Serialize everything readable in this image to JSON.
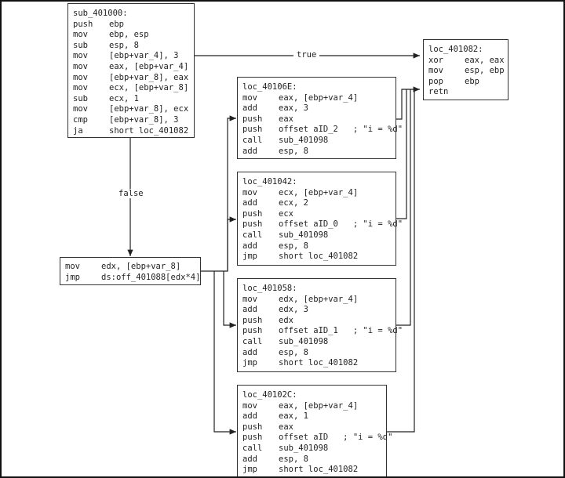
{
  "edge_labels": {
    "true": "true",
    "false": "false"
  },
  "blocks": [
    {
      "id": "sub_401000",
      "label": "sub_401000:",
      "lines": [
        {
          "op": "push",
          "args": "ebp"
        },
        {
          "op": "mov",
          "args": "ebp, esp"
        },
        {
          "op": "sub",
          "args": "esp, 8"
        },
        {
          "op": "mov",
          "args": "[ebp+var_4], 3"
        },
        {
          "op": "mov",
          "args": "eax, [ebp+var_4]"
        },
        {
          "op": "mov",
          "args": "[ebp+var_8], eax"
        },
        {
          "op": "mov",
          "args": "ecx, [ebp+var_8]"
        },
        {
          "op": "sub",
          "args": "ecx, 1"
        },
        {
          "op": "mov",
          "args": "[ebp+var_8], ecx"
        },
        {
          "op": "cmp",
          "args": "[ebp+var_8], 3"
        },
        {
          "op": "ja",
          "args": "short loc_401082"
        }
      ]
    },
    {
      "id": "loc_401082",
      "label": "loc_401082:",
      "lines": [
        {
          "op": "xor",
          "args": "eax, eax"
        },
        {
          "op": "mov",
          "args": "esp, ebp"
        },
        {
          "op": "pop",
          "args": "ebp"
        },
        {
          "op": "retn",
          "args": ""
        }
      ]
    },
    {
      "id": "switch",
      "label": "",
      "lines": [
        {
          "op": "mov",
          "args": "edx, [ebp+var_8]"
        },
        {
          "op": "jmp",
          "args": "ds:off_401088[edx*4]"
        }
      ]
    },
    {
      "id": "loc_40106E",
      "label": "loc_40106E:",
      "lines": [
        {
          "op": "mov",
          "args": "eax, [ebp+var_4]"
        },
        {
          "op": "add",
          "args": "eax, 3"
        },
        {
          "op": "push",
          "args": "eax"
        },
        {
          "op": "push",
          "args": "offset aID_2   ; \"i = %d\""
        },
        {
          "op": "call",
          "args": "sub_401098"
        },
        {
          "op": "add",
          "args": "esp, 8"
        }
      ]
    },
    {
      "id": "loc_401042",
      "label": "loc_401042:",
      "lines": [
        {
          "op": "mov",
          "args": "ecx, [ebp+var_4]"
        },
        {
          "op": "add",
          "args": "ecx, 2"
        },
        {
          "op": "push",
          "args": "ecx"
        },
        {
          "op": "push",
          "args": "offset aID_0   ; \"i = %d\""
        },
        {
          "op": "call",
          "args": "sub_401098"
        },
        {
          "op": "add",
          "args": "esp, 8"
        },
        {
          "op": "jmp",
          "args": "short loc_401082"
        }
      ]
    },
    {
      "id": "loc_401058",
      "label": "loc_401058:",
      "lines": [
        {
          "op": "mov",
          "args": "edx, [ebp+var_4]"
        },
        {
          "op": "add",
          "args": "edx, 3"
        },
        {
          "op": "push",
          "args": "edx"
        },
        {
          "op": "push",
          "args": "offset aID_1   ; \"i = %d\""
        },
        {
          "op": "call",
          "args": "sub_401098"
        },
        {
          "op": "add",
          "args": "esp, 8"
        },
        {
          "op": "jmp",
          "args": "short loc_401082"
        }
      ]
    },
    {
      "id": "loc_40102C",
      "label": "loc_40102C:",
      "lines": [
        {
          "op": "mov",
          "args": "eax, [ebp+var_4]"
        },
        {
          "op": "add",
          "args": "eax, 1"
        },
        {
          "op": "push",
          "args": "eax"
        },
        {
          "op": "push",
          "args": "offset aID   ; \"i = %d\""
        },
        {
          "op": "call",
          "args": "sub_401098"
        },
        {
          "op": "add",
          "args": "esp, 8"
        },
        {
          "op": "jmp",
          "args": "short loc_401082"
        }
      ]
    }
  ]
}
